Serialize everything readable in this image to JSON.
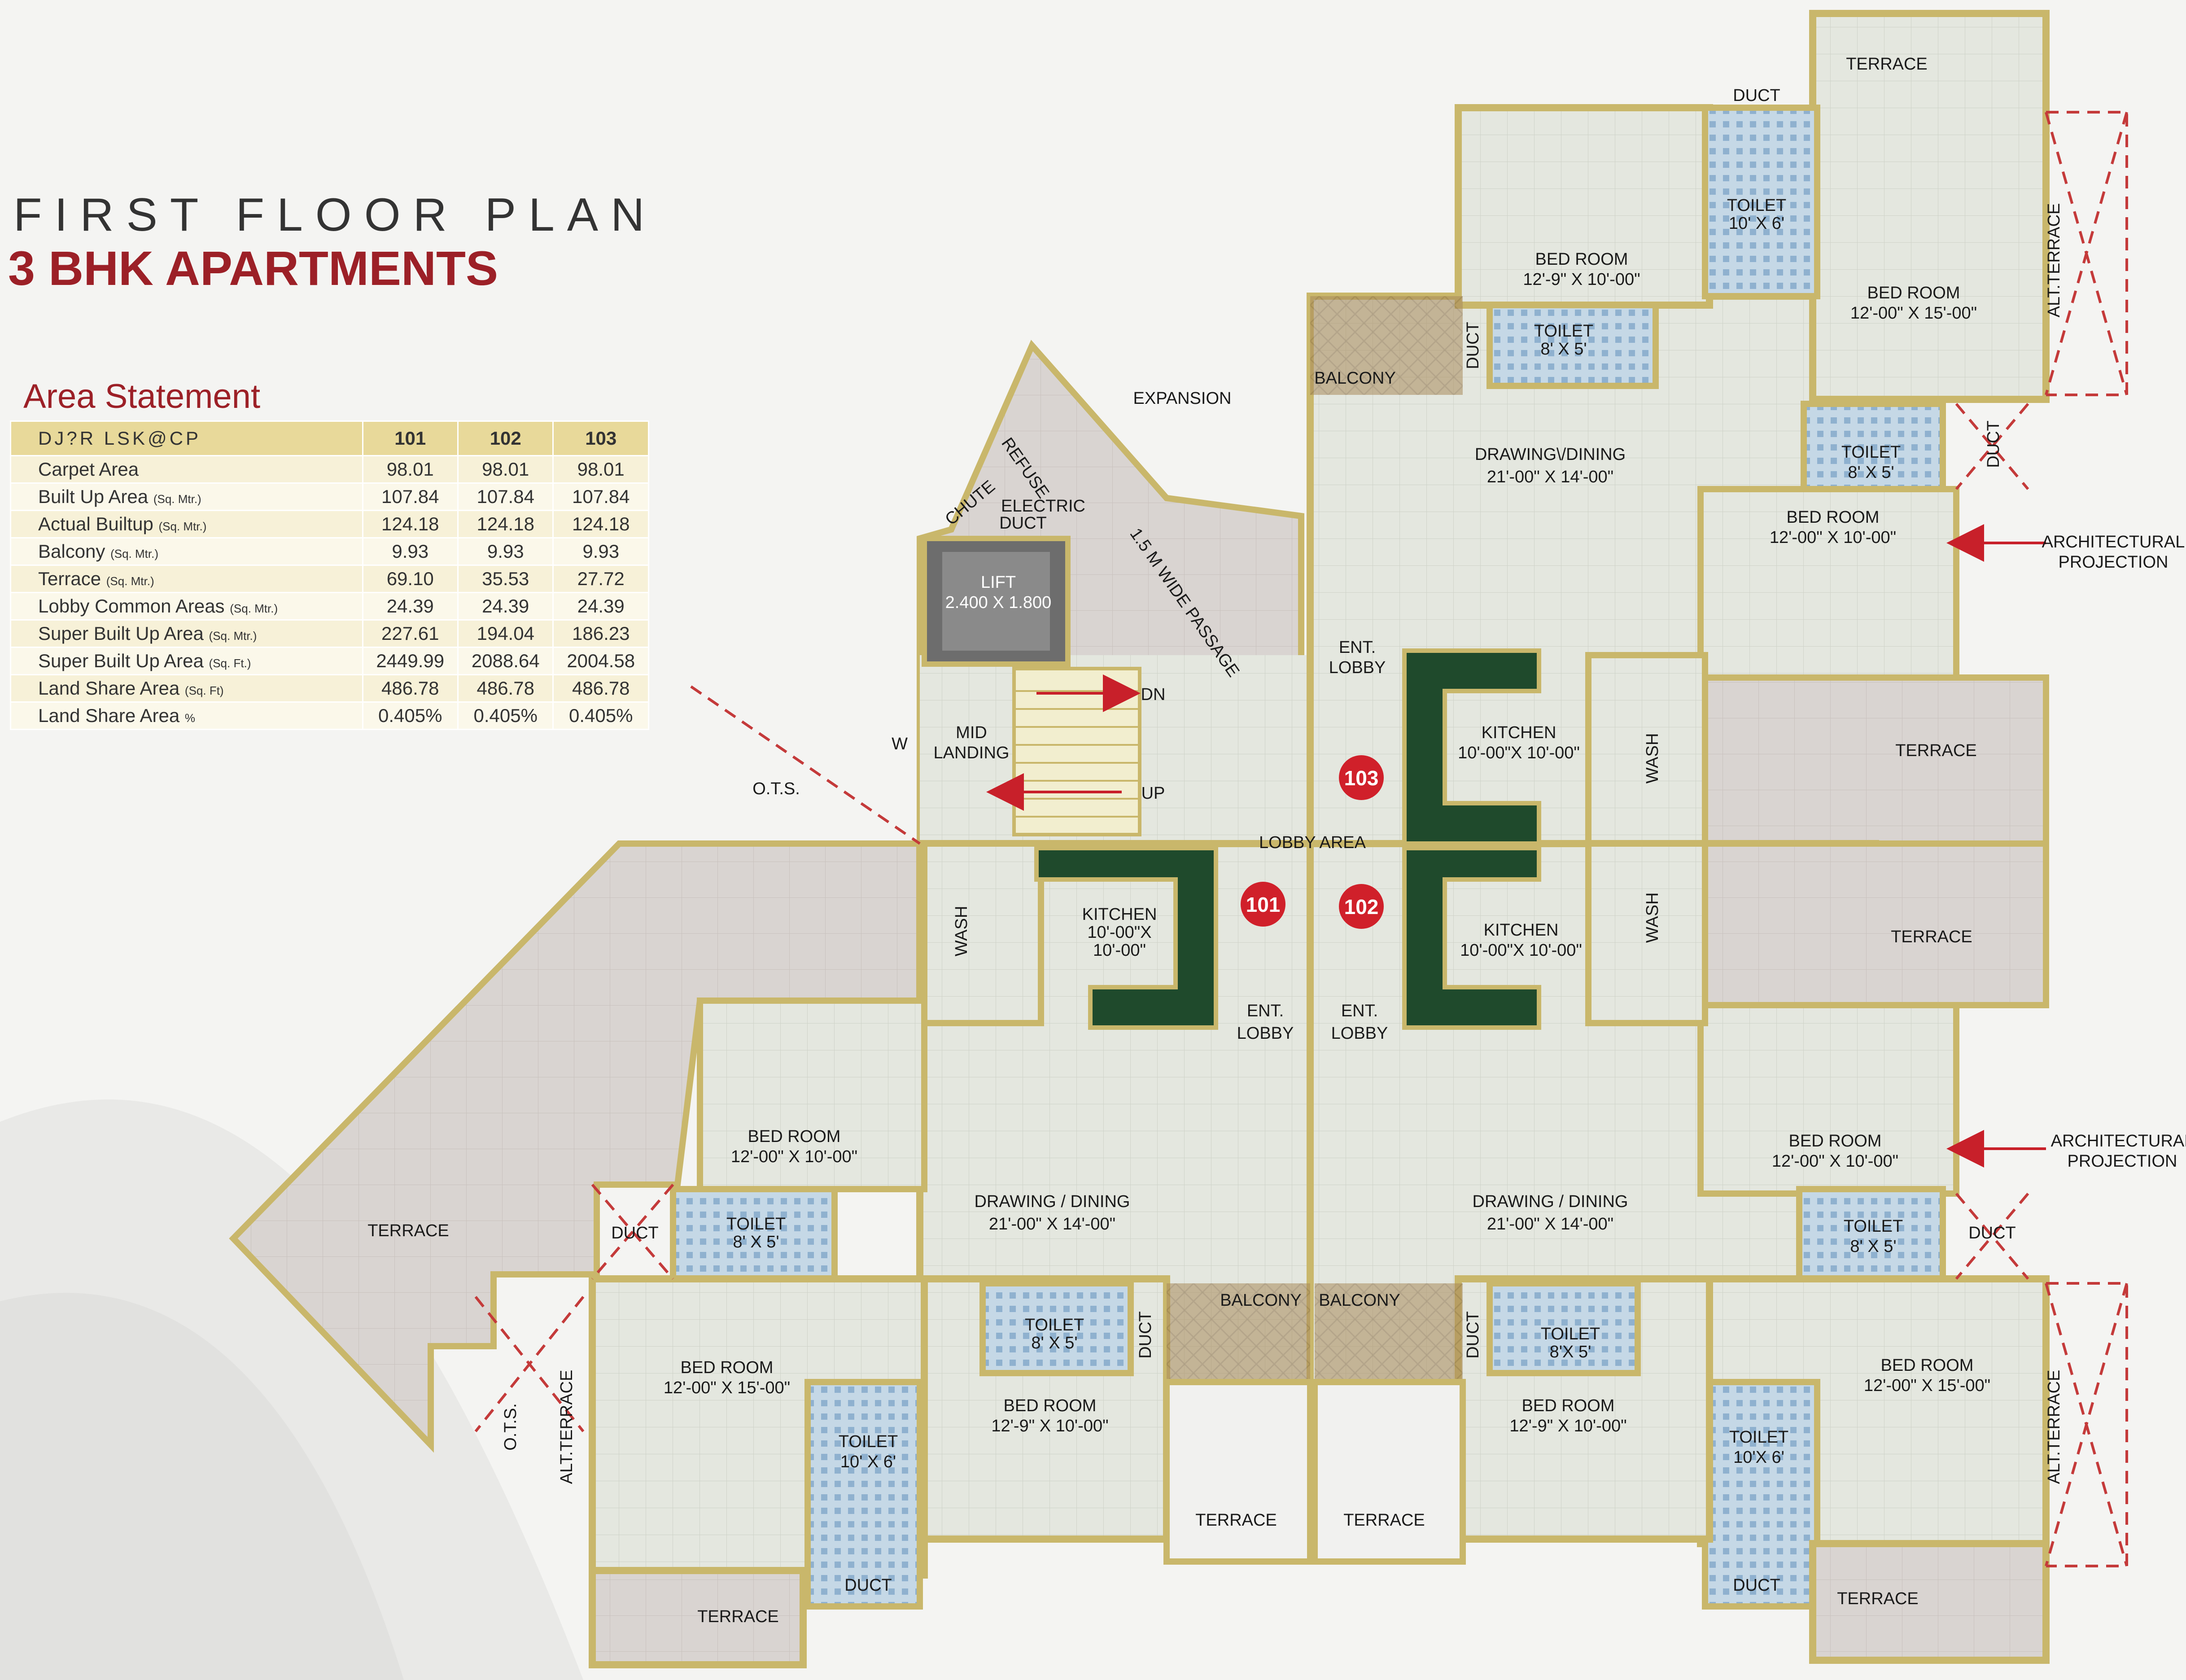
{
  "title": "FIRST FLOOR PLAN",
  "subtitle": "3 BHK APARTMENTS",
  "area_statement": {
    "heading": "Area Statement",
    "header_label": "DJ?R LSK@CP",
    "columns": [
      "101",
      "102",
      "103"
    ],
    "rows": [
      {
        "label": "Carpet Area",
        "unit": "",
        "values": [
          "98.01",
          "98.01",
          "98.01"
        ]
      },
      {
        "label": "Built Up Area",
        "unit": "(Sq. Mtr.)",
        "values": [
          "107.84",
          "107.84",
          "107.84"
        ]
      },
      {
        "label": "Actual Builtup",
        "unit": "(Sq. Mtr.)",
        "values": [
          "124.18",
          "124.18",
          "124.18"
        ]
      },
      {
        "label": "Balcony",
        "unit": "(Sq. Mtr.)",
        "values": [
          "9.93",
          "9.93",
          "9.93"
        ]
      },
      {
        "label": "Terrace",
        "unit": "(Sq. Mtr.)",
        "values": [
          "69.10",
          "35.53",
          "27.72"
        ]
      },
      {
        "label": "Lobby Common Areas",
        "unit": "(Sq. Mtr.)",
        "values": [
          "24.39",
          "24.39",
          "24.39"
        ]
      },
      {
        "label": "Super Built Up Area",
        "unit": "(Sq. Mtr.)",
        "values": [
          "227.61",
          "194.04",
          "186.23"
        ]
      },
      {
        "label": "Super Built Up Area",
        "unit": "(Sq. Ft.)",
        "values": [
          "2449.99",
          "2088.64",
          "2004.58"
        ]
      },
      {
        "label": "Land Share Area",
        "unit": "(Sq. Ft)",
        "values": [
          "486.78",
          "486.78",
          "486.78"
        ]
      },
      {
        "label": "Land Share Area",
        "unit": "%",
        "values": [
          "0.405%",
          "0.405%",
          "0.405%"
        ]
      }
    ]
  },
  "plan": {
    "units": {
      "u101": "101",
      "u102": "102",
      "u103": "103"
    },
    "labels": {
      "expansion": "EXPANSION",
      "refuse": "REFUSE",
      "chute": "CHUTE",
      "electric": "ELECTRIC",
      "duct": "DUCT",
      "lift": "LIFT",
      "lift_size": "2.400 X 1.800",
      "passage": "1.5 M WIDE PASSAGE",
      "dn": "DN",
      "up": "UP",
      "mid": "MID",
      "landing": "LANDING",
      "w": "W",
      "ots": "O.T.S.",
      "lobby_area": "LOBBY AREA",
      "ent": "ENT.",
      "lobby": "LOBBY",
      "kitchen": "KITCHEN",
      "kitchen_size_a": "10'-00\"X 10'-00\"",
      "kitchen_size_b1": "10'-00\"X",
      "kitchen_size_b2": "10'-00\"",
      "wash": "WASH",
      "drawing_dining": "DRAWING / DINING",
      "drawing_dining_top": "DRAWING\\/DINING",
      "dd_size": "21'-00\" X 14'-00\"",
      "bed_room": "BED ROOM",
      "br_12_9": "12'-9\" X 10'-00\"",
      "br_12_15": "12'-00\" X 15'-00\"",
      "br_12_10": "12'-00\" X 10'-00\"",
      "toilet": "TOILET",
      "t_8x5": "8' X 5'",
      "t_8x5b": "8'X 5'",
      "t_10x6": "10' X 6'",
      "t_10x6b": "10'X 6'",
      "balcony": "BALCONY",
      "terrace": "TERRACE",
      "alt_terrace": "ALT.TERRACE",
      "arch1": "ARCHITECTURAL",
      "arch2": "PROJECTION"
    }
  },
  "colors": {
    "wall": "#c9b76b",
    "floor": "#e3e6de",
    "terrace": "#d6d0cc",
    "kitchen_counter": "#1f4a2c",
    "unit_marker": "#d0202a",
    "title_red": "#9c2027"
  }
}
